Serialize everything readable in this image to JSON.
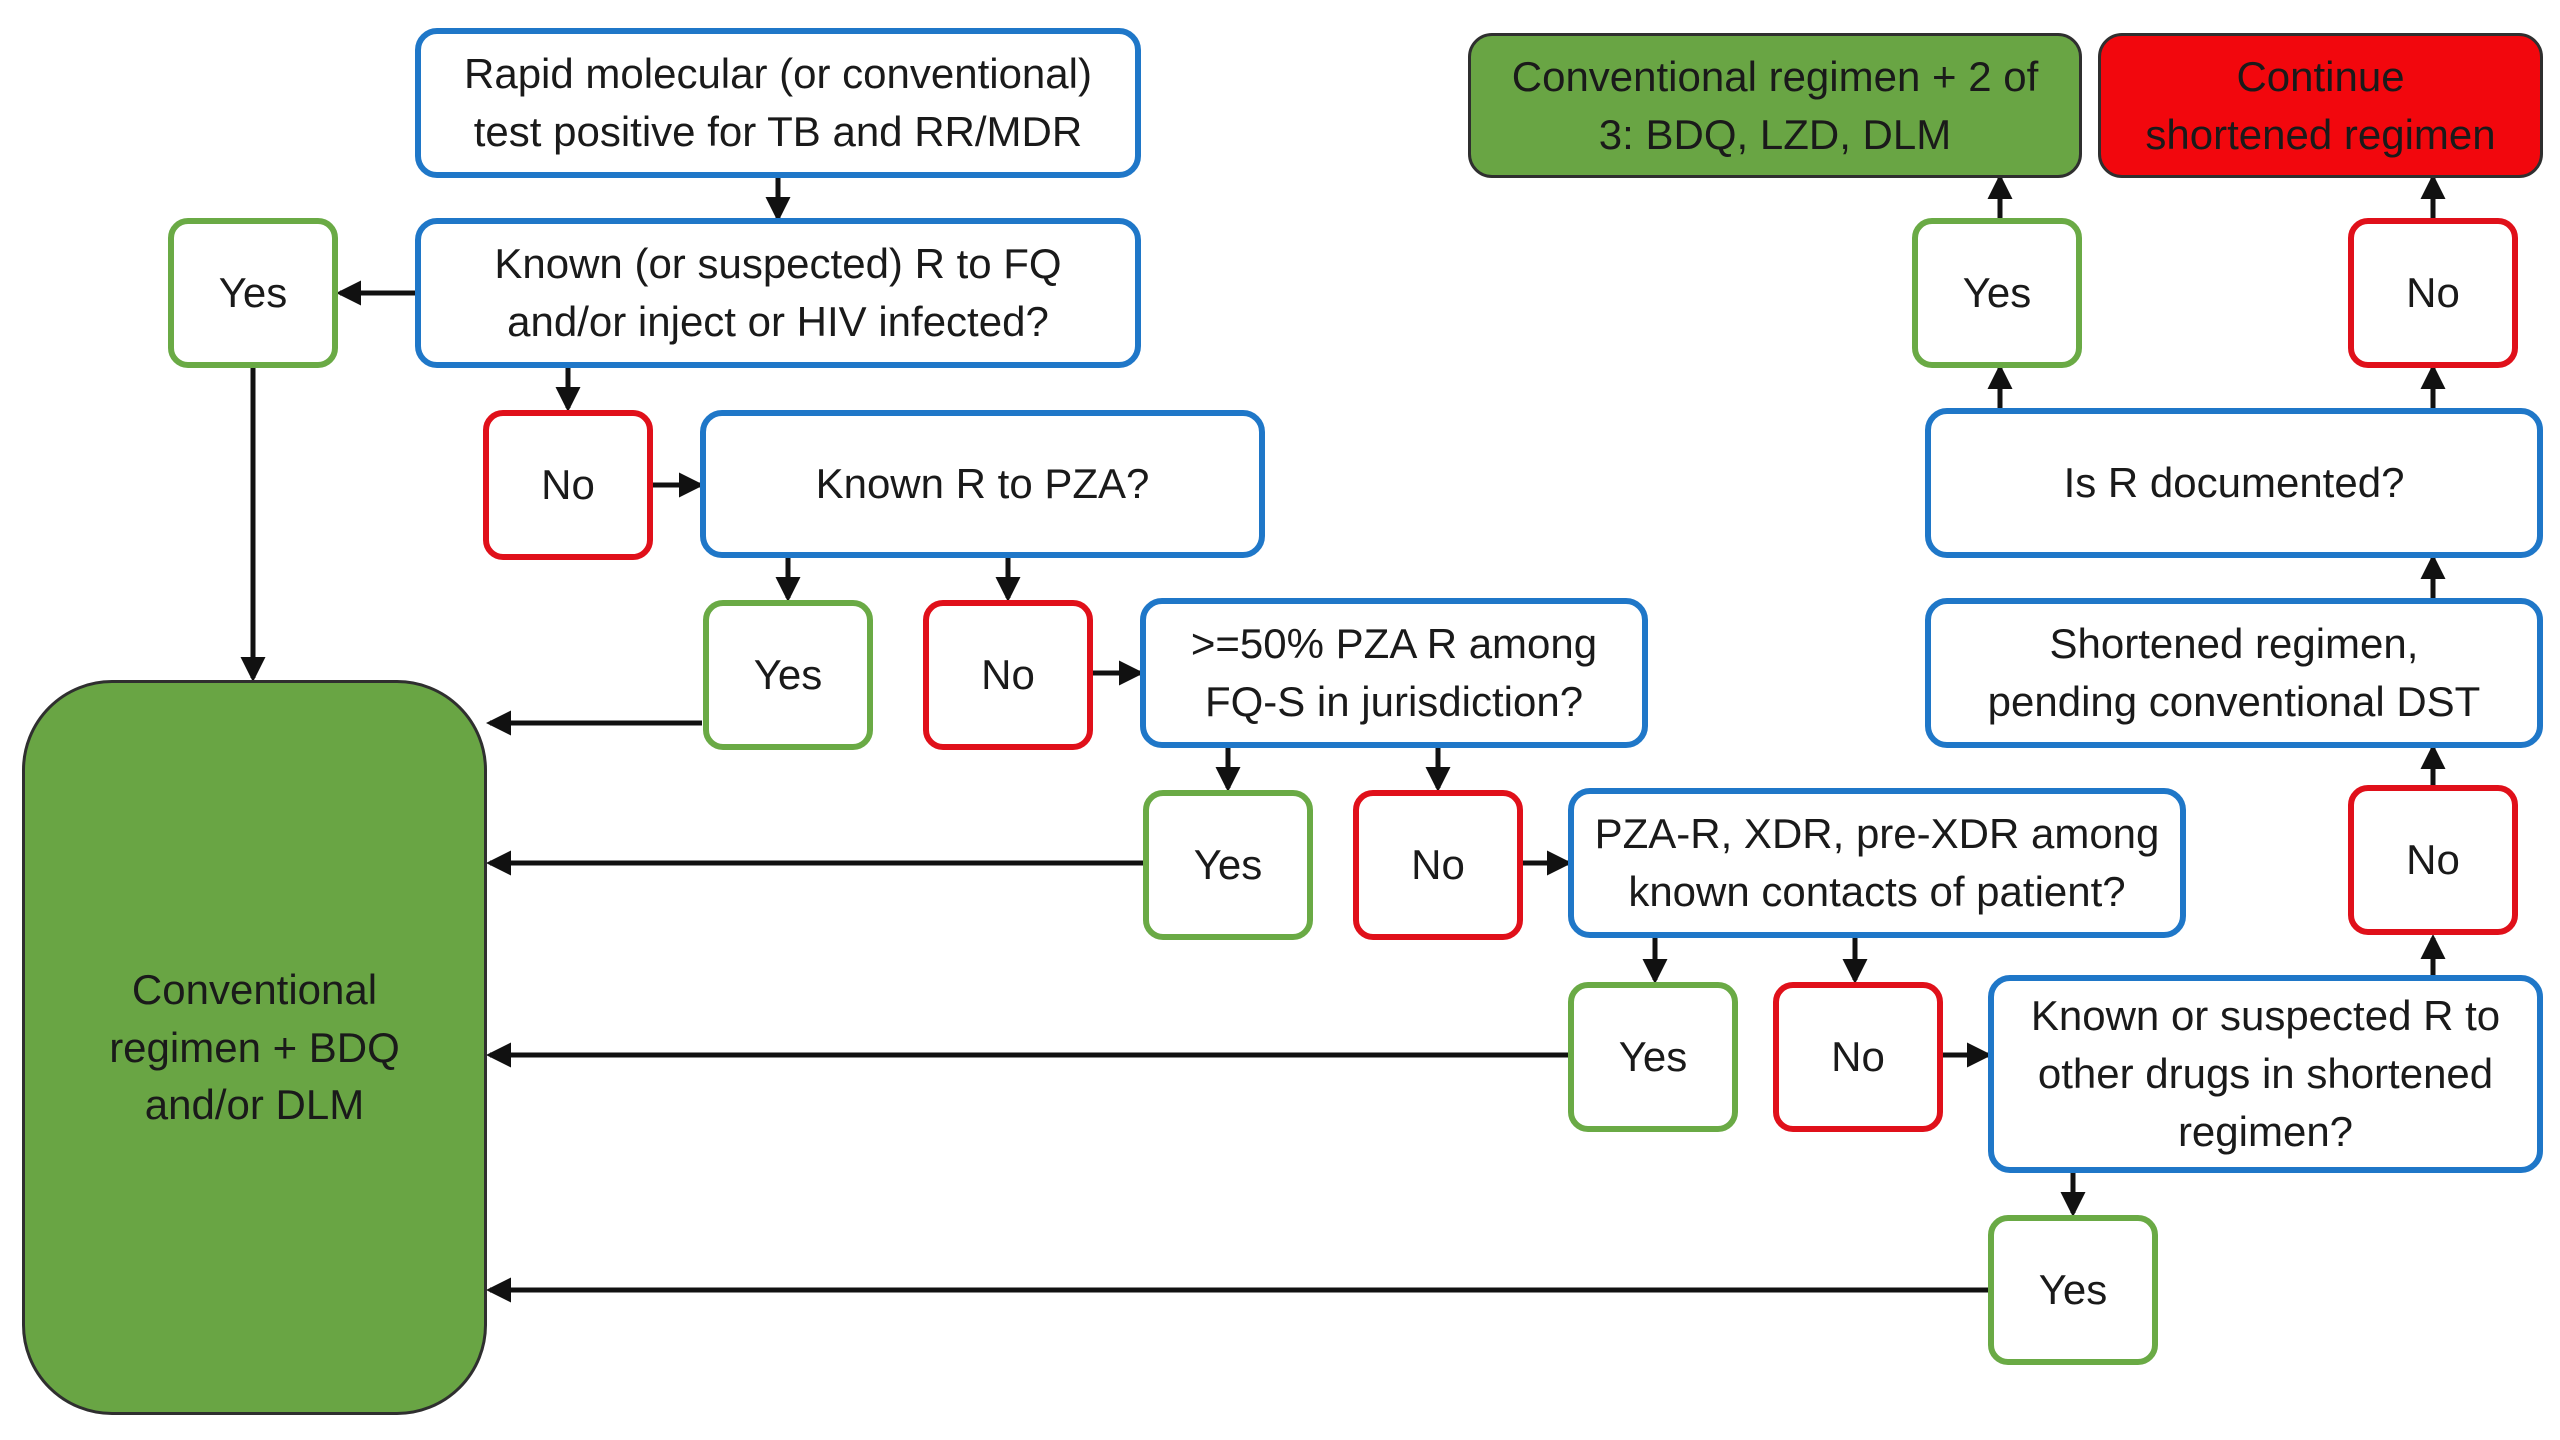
{
  "nodes": {
    "start": "Rapid molecular (or conventional)\ntest positive for TB and RR/MDR",
    "q_fq": "Known (or suspected) R to FQ\nand/or inject or HIV infected?",
    "q_fq_yes": "Yes",
    "q_fq_no": "No",
    "q_pza": "Known R to PZA?",
    "q_pza_yes": "Yes",
    "q_pza_no": "No",
    "q_jur": ">=50% PZA R among\nFQ-S in jurisdiction?",
    "q_jur_yes": "Yes",
    "q_jur_no": "No",
    "q_contacts": "PZA-R, XDR, pre-XDR among\nknown contacts of patient?",
    "q_contacts_yes": "Yes",
    "q_contacts_no": "No",
    "q_other": "Known or suspected R to\nother drugs in shortened\nregimen?",
    "q_other_yes": "Yes",
    "q_other_no": "No",
    "shortened": "Shortened regimen,\npending conventional DST",
    "q_documented": "Is R documented?",
    "q_documented_yes": "Yes",
    "q_documented_no": "No",
    "out_conventional_bdq": "Conventional\nregimen + BDQ\nand/or DLM",
    "out_conventional_2of3": "Conventional regimen + 2 of\n3: BDQ, LZD, DLM",
    "out_continue": "Continue\nshortened regimen"
  },
  "colors": {
    "question_border": "#1f77c8",
    "yes_border": "#6aaa45",
    "no_border": "#e0101a",
    "outcome_green": "#69a544",
    "outcome_red": "#f2070d",
    "arrow": "#111111"
  }
}
